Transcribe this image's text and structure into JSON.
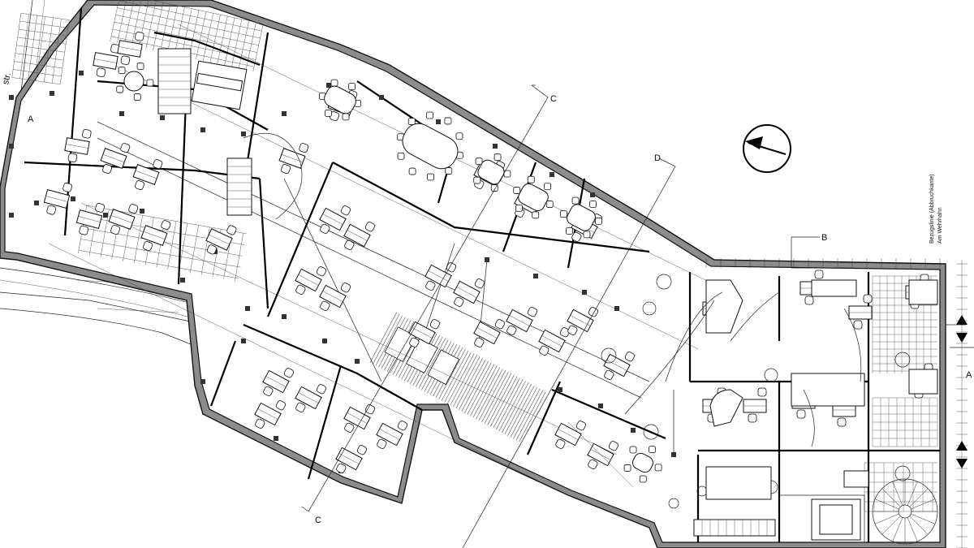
{
  "labels": {
    "section_c_top": "C",
    "section_c_bottom": "C",
    "section_d": "D",
    "section_b": "B",
    "axis_a_left": "A",
    "axis_a_right": "A",
    "street_fragment": "str.",
    "building_line_1": "Bezugslinie (Abbruchkante)",
    "building_line_2": "Am Wehrhahn"
  },
  "colors": {
    "ink": "#111111",
    "wall_fill": "#8c8c8c",
    "paper": "#ffffff"
  },
  "icons": {
    "north_arrow": "north-arrow-icon"
  }
}
